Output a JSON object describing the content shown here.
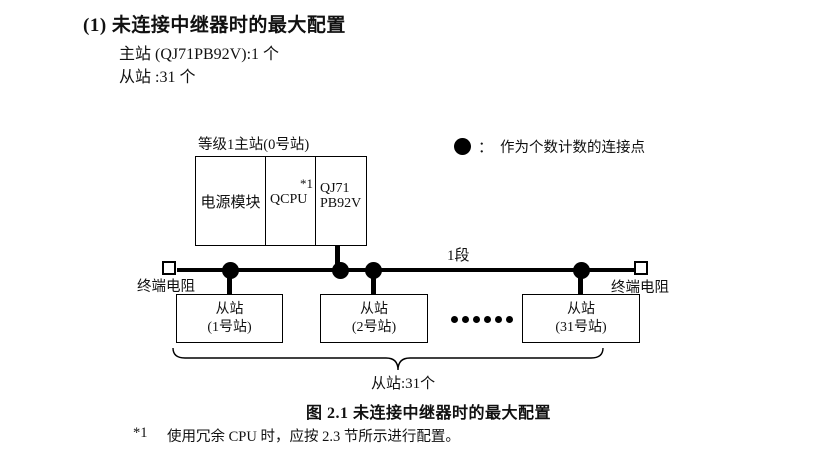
{
  "colors": {
    "ink": "#000000",
    "paper": "#ffffff"
  },
  "header": {
    "heading": "(1) 未连接中继器时的最大配置",
    "master_count_line": "主站 (QJ71PB92V):1 个",
    "slave_count_line": "从站 :31 个"
  },
  "diagram": {
    "master_station_label": "等级1主站(0号站)",
    "master_modules": {
      "power": "电源模块",
      "cpu": "QCPU",
      "cpu_note": "*1",
      "network_line1": "QJ71",
      "network_line2": "PB92V"
    },
    "legend": {
      "colon": "：",
      "text": "作为个数计数的连接点"
    },
    "segment_label": "1段",
    "terminator_left_label": "终端电阻",
    "terminator_right_label": "终端电阻",
    "slaves": [
      {
        "line1": "从站",
        "line2": "(1号站)"
      },
      {
        "line1": "从站",
        "line2": "(2号站)"
      },
      {
        "line1": "从站",
        "line2": "(31号站)"
      }
    ],
    "brace_label": "从站:31个"
  },
  "caption": "图 2.1 未连接中继器时的最大配置",
  "footnote": {
    "marker": "*1",
    "text": "使用冗余 CPU 时，应按 2.3 节所示进行配置。"
  }
}
